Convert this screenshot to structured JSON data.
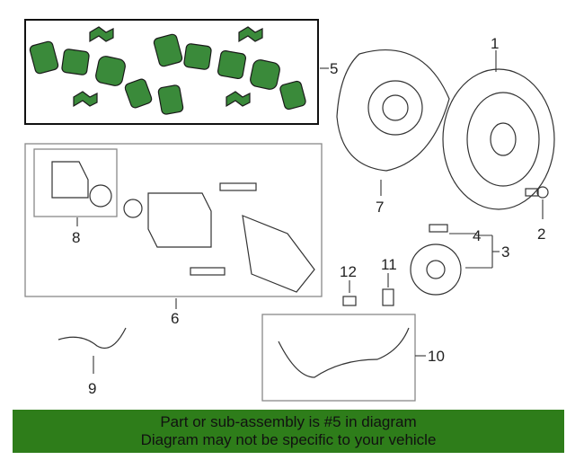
{
  "callouts": {
    "c1": "1",
    "c2": "2",
    "c3": "3",
    "c4": "4",
    "c5": "5",
    "c6": "6",
    "c7": "7",
    "c8": "8",
    "c9": "9",
    "c10": "10",
    "c11": "11",
    "c12": "12"
  },
  "banner": {
    "line1": "Part or sub-assembly is #5 in diagram",
    "line2": "Diagram may not be specific to your vehicle"
  },
  "colors": {
    "highlight": "#3a8a3a",
    "banner": "#2e7d1a"
  }
}
